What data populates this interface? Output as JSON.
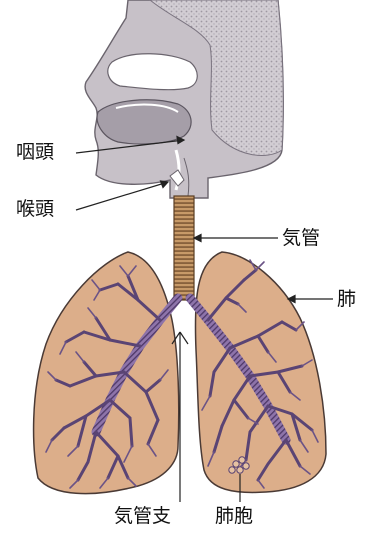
{
  "labels": {
    "pharynx": "咽頭",
    "larynx": "喉頭",
    "trachea": "気管",
    "lung": "肺",
    "bronchus": "気管支",
    "alveolus": "肺胞"
  },
  "colors": {
    "lung_fill": "#dcae8a",
    "lung_outline": "#4a3a35",
    "airway": "#6a4f86",
    "head_fill": "#c8c3ca",
    "trachea_fill": "#b48a5c",
    "line": "#222222"
  }
}
